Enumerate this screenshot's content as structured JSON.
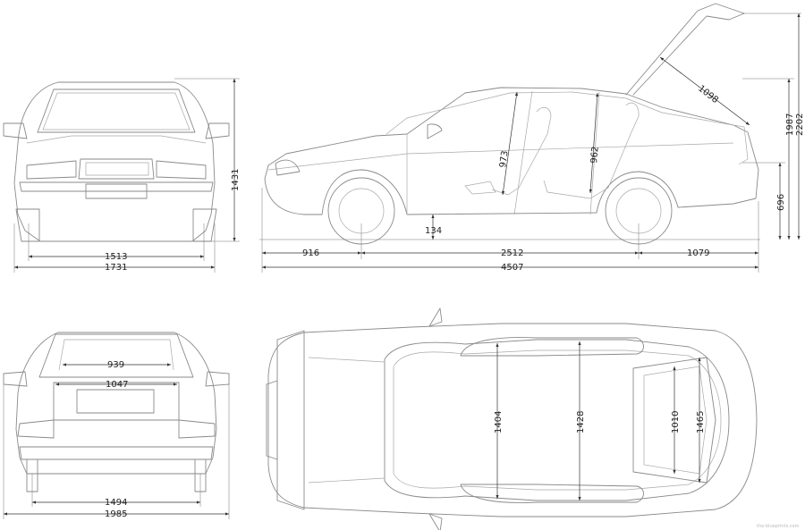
{
  "dimensions": {
    "front_track": "1513",
    "width": "1731",
    "height": "1431",
    "front_overhang": "916",
    "wheelbase": "2512",
    "rear_overhang": "1079",
    "length": "4507",
    "ground_clearance": "134",
    "front_headroom": "973",
    "rear_headroom": "962",
    "tailgate_opening": "1098",
    "tailgate_height": "1987",
    "height_open": "2202",
    "loading_sill": "696",
    "rear_window_width": "939",
    "trunk_width": "1047",
    "rear_track": "1494",
    "width_mirrors": "1985",
    "interior_front_width": "1404",
    "interior_rear_width": "1428",
    "trunk_min_width": "1010",
    "trunk_max_width": "1465"
  },
  "watermark": "the-blueprints.com",
  "colors": {
    "lines": "#8a8a8a",
    "dimension": "#333333"
  }
}
